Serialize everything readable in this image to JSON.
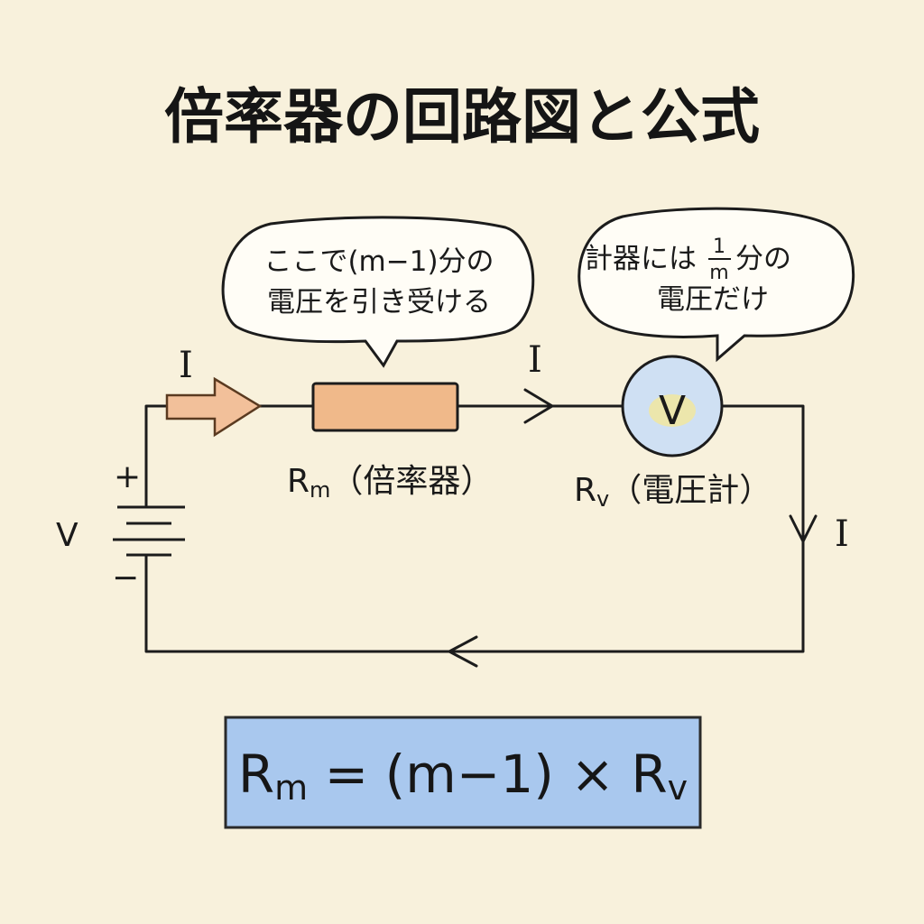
{
  "title": "倍率器の回路図と公式",
  "bubble_left": {
    "line1": "ここで(m−1)分の",
    "line2": "電圧を引き受ける"
  },
  "bubble_right": {
    "line1_a": "計器には",
    "frac_num": "1",
    "frac_den": "m",
    "line1_b": "分の",
    "line2": "電圧だけ"
  },
  "current_label": "I",
  "battery": {
    "label": "V",
    "plus": "+",
    "minus": "−"
  },
  "multiplier": {
    "main": "R",
    "sub": "m",
    "desc": "（倍率器）"
  },
  "voltmeter": {
    "symbol": "V",
    "main": "R",
    "sub": "v",
    "desc": "（電圧計）"
  },
  "formula": {
    "lhs_main": "R",
    "lhs_sub": "m",
    "mid": " = (m−1) × ",
    "rhs_main": "R",
    "rhs_sub": "v"
  },
  "colors": {
    "background": "#f8f1dc",
    "resistor": "#f0b98a",
    "arrow": "#f2c09a",
    "meter": "#cfe0f3",
    "formula_box": "#a9c8ee"
  }
}
